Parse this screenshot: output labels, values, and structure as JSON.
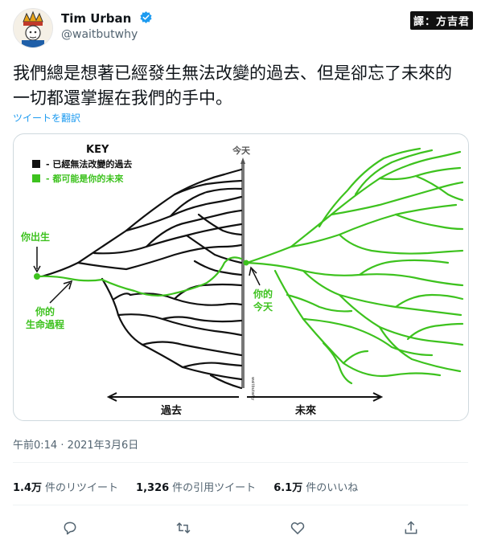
{
  "author": {
    "name": "Tim Urban",
    "handle": "@waitbutwhy"
  },
  "translator_badge": "譯：方吉君",
  "tweet": {
    "text": "我們總是想著已經發生無法改變的過去、但是卻忘了未來的一切都還掌握在我們的手中。",
    "translate_label": "ツイートを翻訳"
  },
  "image": {
    "key_title": "KEY",
    "key_past": "- 已經無法改變的過去",
    "key_future": "- 都可能是你的未來",
    "today_label": "今天",
    "birth_label": "你出生",
    "life_label_1": "你的",
    "life_label_2": "生命過程",
    "your_today_1": "你的",
    "your_today_2": "今天",
    "past_axis": "過去",
    "future_axis": "未來",
    "signature": "waitbutwhy",
    "colors": {
      "past": "#111111",
      "future": "#3dc21e"
    }
  },
  "timestamp": "午前0:14 · 2021年3月6日",
  "stats": {
    "retweets_value": "1.4万",
    "retweets_label": "件のリツイート",
    "quotes_value": "1,326",
    "quotes_label": "件の引用ツイート",
    "likes_value": "6.1万",
    "likes_label": "件のいいね"
  },
  "actions": [
    "reply-icon",
    "retweet-icon",
    "like-icon",
    "share-icon"
  ]
}
